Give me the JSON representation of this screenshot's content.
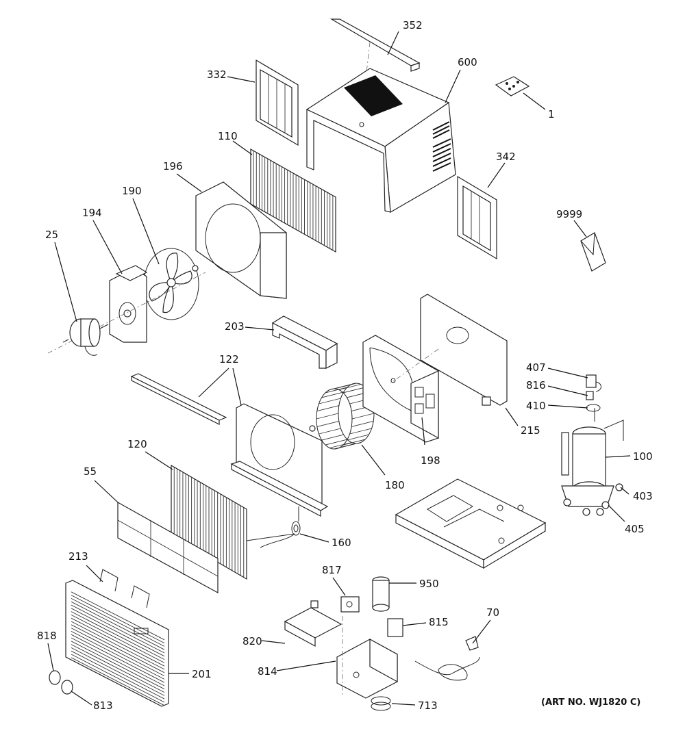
{
  "callouts": [
    {
      "id": "352",
      "text": "352"
    },
    {
      "id": "600",
      "text": "600"
    },
    {
      "id": "332",
      "text": "332"
    },
    {
      "id": "1",
      "text": "1"
    },
    {
      "id": "110",
      "text": "110"
    },
    {
      "id": "196",
      "text": "196"
    },
    {
      "id": "342",
      "text": "342"
    },
    {
      "id": "190",
      "text": "190"
    },
    {
      "id": "194",
      "text": "194"
    },
    {
      "id": "9999",
      "text": "9999"
    },
    {
      "id": "25",
      "text": "25"
    },
    {
      "id": "203",
      "text": "203"
    },
    {
      "id": "122",
      "text": "122"
    },
    {
      "id": "407",
      "text": "407"
    },
    {
      "id": "816",
      "text": "816"
    },
    {
      "id": "410",
      "text": "410"
    },
    {
      "id": "215",
      "text": "215"
    },
    {
      "id": "120",
      "text": "120"
    },
    {
      "id": "100",
      "text": "100"
    },
    {
      "id": "198",
      "text": "198"
    },
    {
      "id": "55",
      "text": "55"
    },
    {
      "id": "180",
      "text": "180"
    },
    {
      "id": "403",
      "text": "403"
    },
    {
      "id": "405",
      "text": "405"
    },
    {
      "id": "160",
      "text": "160"
    },
    {
      "id": "213",
      "text": "213"
    },
    {
      "id": "817",
      "text": "817"
    },
    {
      "id": "950",
      "text": "950"
    },
    {
      "id": "70",
      "text": "70"
    },
    {
      "id": "815",
      "text": "815"
    },
    {
      "id": "818",
      "text": "818"
    },
    {
      "id": "820",
      "text": "820"
    },
    {
      "id": "201",
      "text": "201"
    },
    {
      "id": "814",
      "text": "814"
    },
    {
      "id": "813",
      "text": "813"
    },
    {
      "id": "713",
      "text": "713"
    }
  ],
  "art_number": "(ART NO. WJ1820 C)"
}
